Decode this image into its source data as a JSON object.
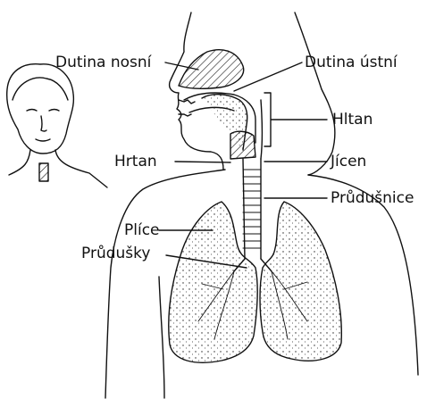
{
  "labels": {
    "nasal_cavity": "Dutina nosní",
    "oral_cavity": "Dutina ústní",
    "pharynx": "Hltan",
    "larynx": "Hrtan",
    "esophagus": "Jícen",
    "trachea": "Průdušnice",
    "lungs": "Plíce",
    "bronchi": "Průdušky"
  },
  "colors": {
    "line": "#111111",
    "background": "#ffffff"
  }
}
